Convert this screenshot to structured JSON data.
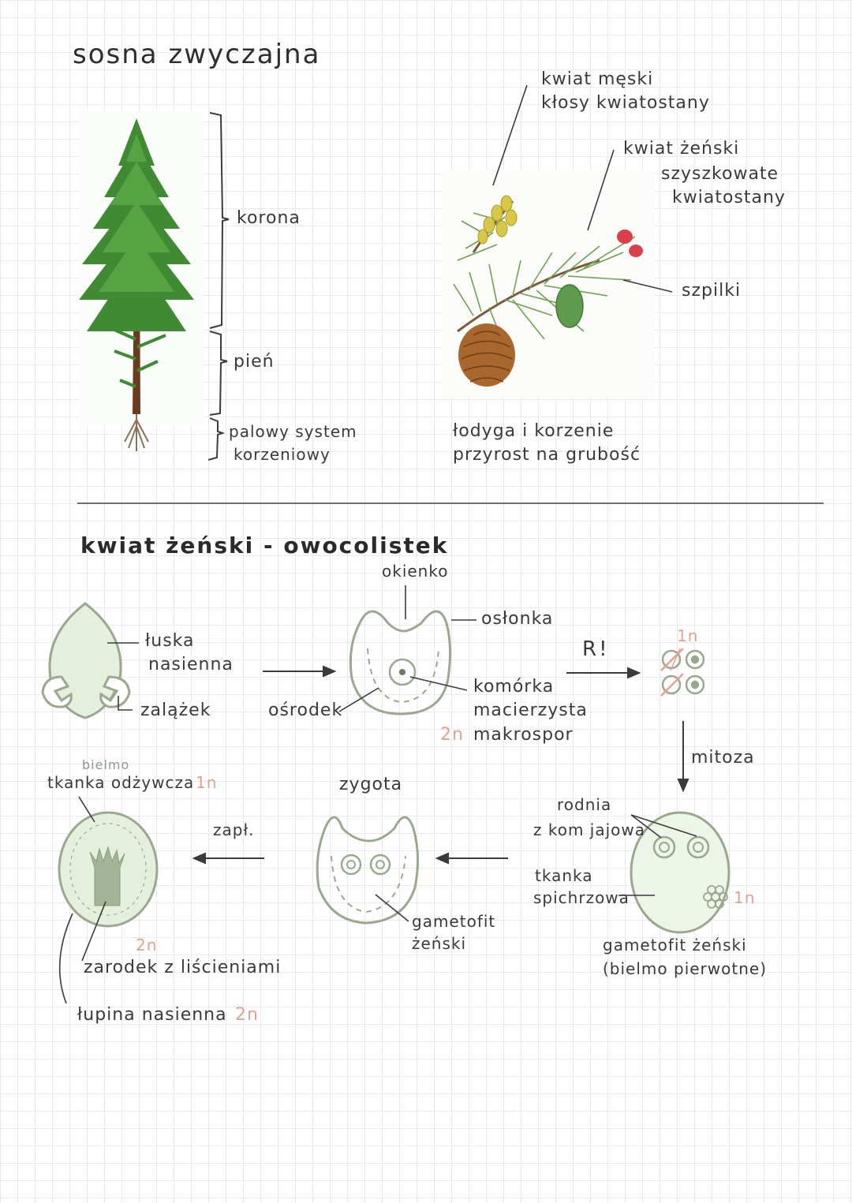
{
  "title": "sosna zwyczajna",
  "tree_labels": {
    "crown": "korona",
    "trunk": "pień",
    "roots_line1": "palowy system",
    "roots_line2": "korzeniowy"
  },
  "branch_labels": {
    "male_line1": "kwiat męski",
    "male_line2": "kłosy kwiatostany",
    "female_line1": "kwiat żeński",
    "female_line2": "szyszkowate",
    "female_line3": "kwiatostany",
    "needles": "szpilki",
    "growth_line1": "łodyga i korzenie",
    "growth_line2": "przyrost na grubość"
  },
  "section2_heading": "kwiat żeński - owocolistek",
  "diagram": {
    "scale_line1": "łuska",
    "scale_line2": "nasienna",
    "ovule": "zalążek",
    "micropyle": "okienko",
    "integument": "osłonka",
    "nucellus": "ośrodek",
    "mother_cell_line1": "komórka",
    "mother_cell_line2": "macierzysta",
    "ploidy_2n": "2n",
    "megaspore": "makrospor",
    "meiosis": "R!",
    "ploidy_1n": "1n",
    "mitosis": "mitoza",
    "archegonium": "rodnia",
    "egg_cell": "z kom jajowa",
    "storage_line1": "tkanka",
    "storage_line2": "spichrzowa",
    "gametophyte_1n": "1n",
    "gametophyte_line1": "gametofit żeński",
    "gametophyte_line2": "(bielmo pierwotne)",
    "zygote": "zygota",
    "zyg_gametophyte_line1": "gametofit",
    "zyg_gametophyte_line2": "żeński",
    "fertilization": "zapł.",
    "endosperm_note": "bielmo",
    "nutritive_tissue": "tkanka odżywcza",
    "nutritive_ploidy": "1n",
    "embryo_ploidy": "2n",
    "embryo": "zarodek z liścieniami",
    "seed_coat": "łupina nasienna",
    "seed_coat_ploidy": "2n"
  },
  "colors": {
    "ink": "#3b3b3b",
    "sage": "#9aa890",
    "sage_fill": "#e4f0dc",
    "pink": "#e2a292",
    "tree_green": "#3f8a32",
    "trunk_brown": "#6b3a1f",
    "cone_brown": "#a8672e",
    "male_cone_yellow": "#d7c84a",
    "female_cone_red": "#d9414a"
  }
}
